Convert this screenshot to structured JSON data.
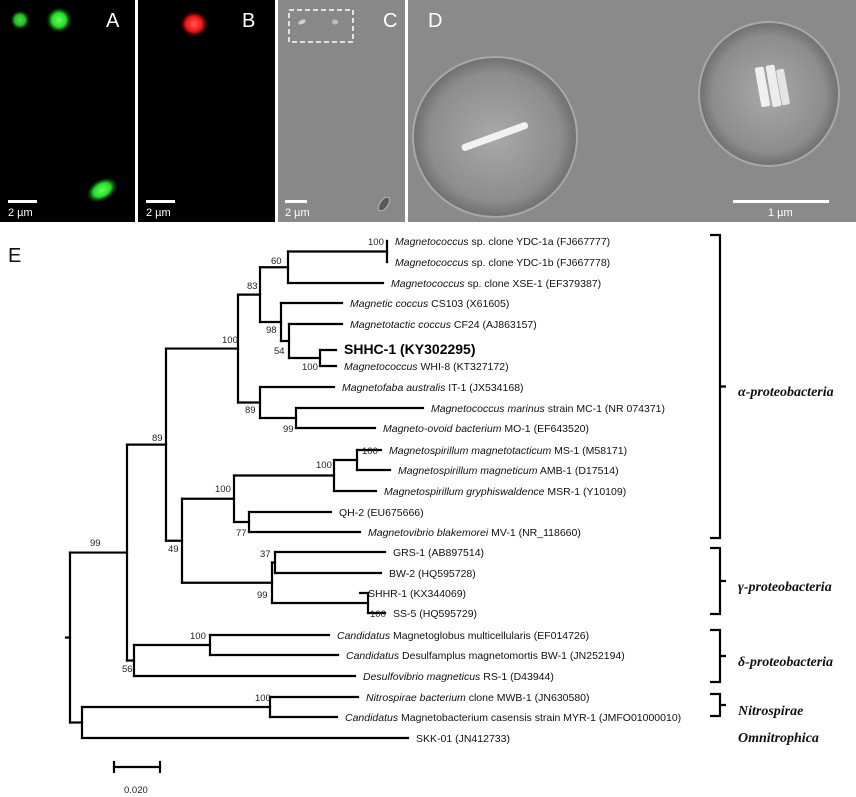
{
  "panels": {
    "A": {
      "letter": "A",
      "scale_label": "2 µm"
    },
    "B": {
      "letter": "B",
      "scale_label": "2 µm"
    },
    "C": {
      "letter": "C",
      "scale_label": "2 µm"
    },
    "D": {
      "letter": "D",
      "scale_label": "1 µm"
    },
    "E": {
      "letter": "E"
    }
  },
  "colors": {
    "fluorescence_green": "#22dd22",
    "fluorescence_red": "#ee1111",
    "sem_gray": "#8a8a8a"
  },
  "tree": {
    "scale_bar_label": "0.020",
    "leaves": [
      {
        "id": "ydc1a",
        "italic": "Magnetococcus",
        "rest": " sp. clone YDC-1a (FJ667777)"
      },
      {
        "id": "ydc1b",
        "italic": "Magnetococcus",
        "rest": " sp. clone YDC-1b (FJ667778)"
      },
      {
        "id": "xse1",
        "italic": "Magnetococcus",
        "rest": " sp. clone XSE-1 (EF379387)"
      },
      {
        "id": "cs103",
        "italic": "Magnetic coccus",
        "rest": " CS103 (X61605)"
      },
      {
        "id": "cf24",
        "italic": "Magnetotactic coccus",
        "rest": " CF24 (AJ863157)"
      },
      {
        "id": "shhc1",
        "italic": "",
        "rest": "SHHC-1 (KY302295)"
      },
      {
        "id": "whi8",
        "italic": "Magnetococcus",
        "rest": " WHI-8 (KT327172)"
      },
      {
        "id": "it1",
        "italic": "Magnetofaba australis",
        "rest": " IT-1 (JX534168)"
      },
      {
        "id": "mc1",
        "italic": "Magnetococcus marinus",
        "rest": " strain MC-1 (NR 074371)"
      },
      {
        "id": "mo1",
        "italic": "Magneto-ovoid bacterium",
        "rest": " MO-1 (EF643520)"
      },
      {
        "id": "ms1",
        "italic": "Magnetospirillum magnetotacticum",
        "rest": " MS-1 (M58171)"
      },
      {
        "id": "amb1",
        "italic": "Magnetospirillum magneticum",
        "rest": " AMB-1 (D17514)"
      },
      {
        "id": "msr1",
        "italic": "Magnetospirillum gryphiswaldence",
        "rest": " MSR-1 (Y10109)"
      },
      {
        "id": "qh2",
        "italic": "",
        "rest": "QH-2 (EU675666)"
      },
      {
        "id": "mv1",
        "italic": "Magnetovibrio blakemorei",
        "rest": " MV-1 (NR_118660)"
      },
      {
        "id": "grs1",
        "italic": "",
        "rest": "GRS-1 (AB897514)"
      },
      {
        "id": "bw2",
        "italic": "",
        "rest": "BW-2 (HQ595728)"
      },
      {
        "id": "shhr1",
        "italic": "",
        "rest": "SHHR-1 (KX344069)"
      },
      {
        "id": "ss5",
        "italic": "",
        "rest": "SS-5 (HQ595729)"
      },
      {
        "id": "multi",
        "italic": "Candidatus",
        "rest": " Magnetoglobus multicellularis (EF014726)"
      },
      {
        "id": "desulf",
        "italic": "Candidatus",
        "rest": " Desulfamplus magnetomortis  BW-1 (JN252194)"
      },
      {
        "id": "rs1",
        "italic": "Desulfovibrio magneticus",
        "rest": " RS-1 (D43944)"
      },
      {
        "id": "mwb1",
        "italic": "Nitrospirae bacterium",
        "rest": " clone MWB-1 (JN630580)"
      },
      {
        "id": "myr1",
        "italic": "Candidatus",
        "rest": " Magnetobacterium casensis strain MYR-1 (JMFO01000010)"
      },
      {
        "id": "skk01",
        "italic": "",
        "rest": "SKK-01  (JN412733)"
      }
    ],
    "bootstrap": [
      "100",
      "60",
      "83",
      "98",
      "54",
      "100",
      "100",
      "89",
      "99",
      "100",
      "100",
      "100",
      "77",
      "89",
      "49",
      "37",
      "99",
      "100",
      "99",
      "100",
      "56",
      "100"
    ],
    "clades": [
      {
        "label": "α-proteobacteria"
      },
      {
        "label": "γ-proteobacteria"
      },
      {
        "label": "δ-proteobacteria"
      },
      {
        "label": "Nitrospirae"
      },
      {
        "label": "Omnitrophica"
      }
    ]
  }
}
